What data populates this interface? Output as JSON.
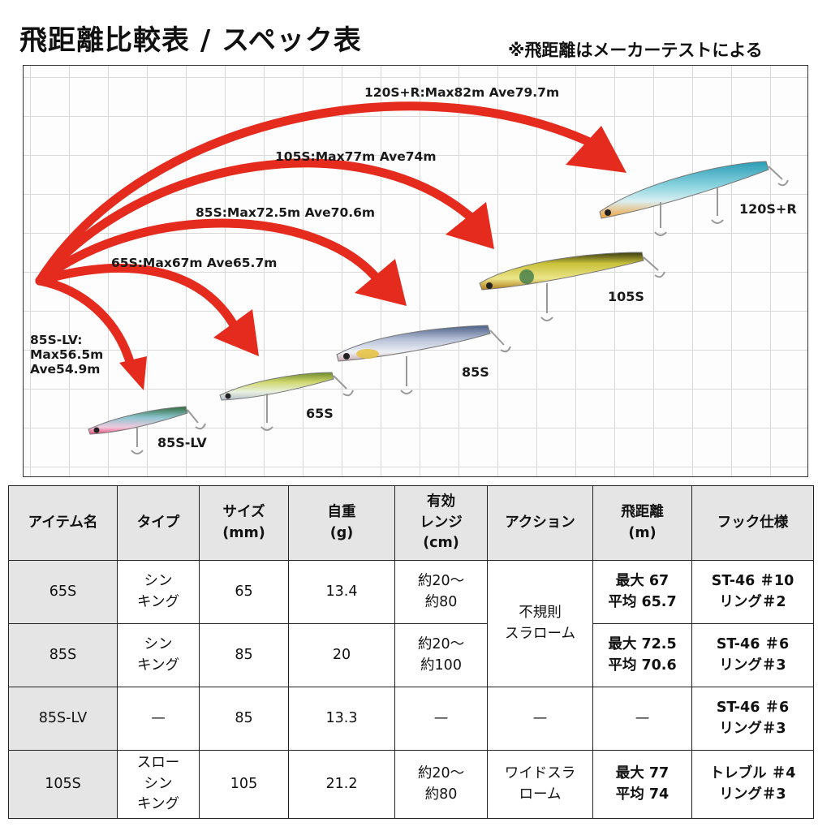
{
  "header": {
    "title": "飛距離比較表 / スペック表",
    "note": "※飛距離はメーカーテストによる"
  },
  "chart": {
    "distance_labels": {
      "l120": "120S+R:Max82m Ave79.7m",
      "l105": "105S:Max77m Ave74m",
      "l85": "85S:Max72.5m Ave70.6m",
      "l65": "65S:Max67m Ave65.7m",
      "l85lv_1": "85S-LV:",
      "l85lv_2": "Max56.5m",
      "l85lv_3": "Ave54.9m"
    },
    "lure_names": {
      "n120": "120S+R",
      "n105": "105S",
      "n85": "85S",
      "n65": "65S",
      "n85lv": "85S-LV"
    },
    "colors": {
      "arrow": "#e52a1e",
      "grid": "#d9d9d9"
    }
  },
  "chart_data": {
    "type": "other",
    "items": [
      {
        "name": "120S+R",
        "max": 82,
        "ave": 79.7
      },
      {
        "name": "105S",
        "max": 77,
        "ave": 74
      },
      {
        "name": "85S",
        "max": 72.5,
        "ave": 70.6
      },
      {
        "name": "65S",
        "max": 67,
        "ave": 65.7
      },
      {
        "name": "85S-LV",
        "max": 56.5,
        "ave": 54.9
      }
    ]
  },
  "table": {
    "headers": [
      "アイテム名",
      "タイプ",
      "サイズ\n(mm)",
      "自重\n(g)",
      "有効\nレンジ\n(cm)",
      "アクション",
      "飛距離\n(m)",
      "フック仕様"
    ],
    "rows": [
      {
        "name": "65S",
        "type": "シン\nキング",
        "size": "65",
        "weight": "13.4",
        "range": "約20～\n約80",
        "action": "不規則\nスラローム",
        "distance": "最大 67\n平均 65.7",
        "hook": "ST-46 ＃10\nリング＃2"
      },
      {
        "name": "85S",
        "type": "シン\nキング",
        "size": "85",
        "weight": "20",
        "range": "約20～\n約100",
        "distance": "最大 72.5\n平均 70.6",
        "hook": "ST-46 ＃6\nリング＃3"
      },
      {
        "name": "85S-LV",
        "type": "—",
        "size": "85",
        "weight": "13.3",
        "range": "—",
        "action": "—",
        "distance": "—",
        "hook": "ST-46 ＃6\nリング＃3"
      },
      {
        "name": "105S",
        "type": "スロー\nシン\nキング",
        "size": "105",
        "weight": "21.2",
        "range": "約20～\n約80",
        "action": "ワイドスラ\nローム",
        "distance": "最大 77\n平均 74",
        "hook": "トレブル ＃4\nリング＃3"
      }
    ]
  }
}
